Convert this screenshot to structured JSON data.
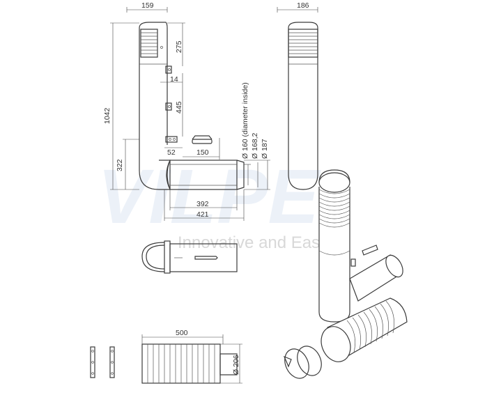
{
  "watermark": {
    "logo_text": "VILPE",
    "tagline": "Innovative and Easy"
  },
  "dimensions": {
    "width_159": "159",
    "width_186": "186",
    "height_275": "275",
    "gap_14": "14",
    "height_445": "445",
    "height_1042": "1042",
    "height_322": "322",
    "depth_52": "52",
    "len_150": "150",
    "len_392": "392",
    "len_421": "421",
    "dia_160": "Ø 160 (diameter inside)",
    "dia_168": "Ø 168,2",
    "dia_187": "Ø 187",
    "len_500": "500",
    "dia_206": "Ø 206"
  }
}
